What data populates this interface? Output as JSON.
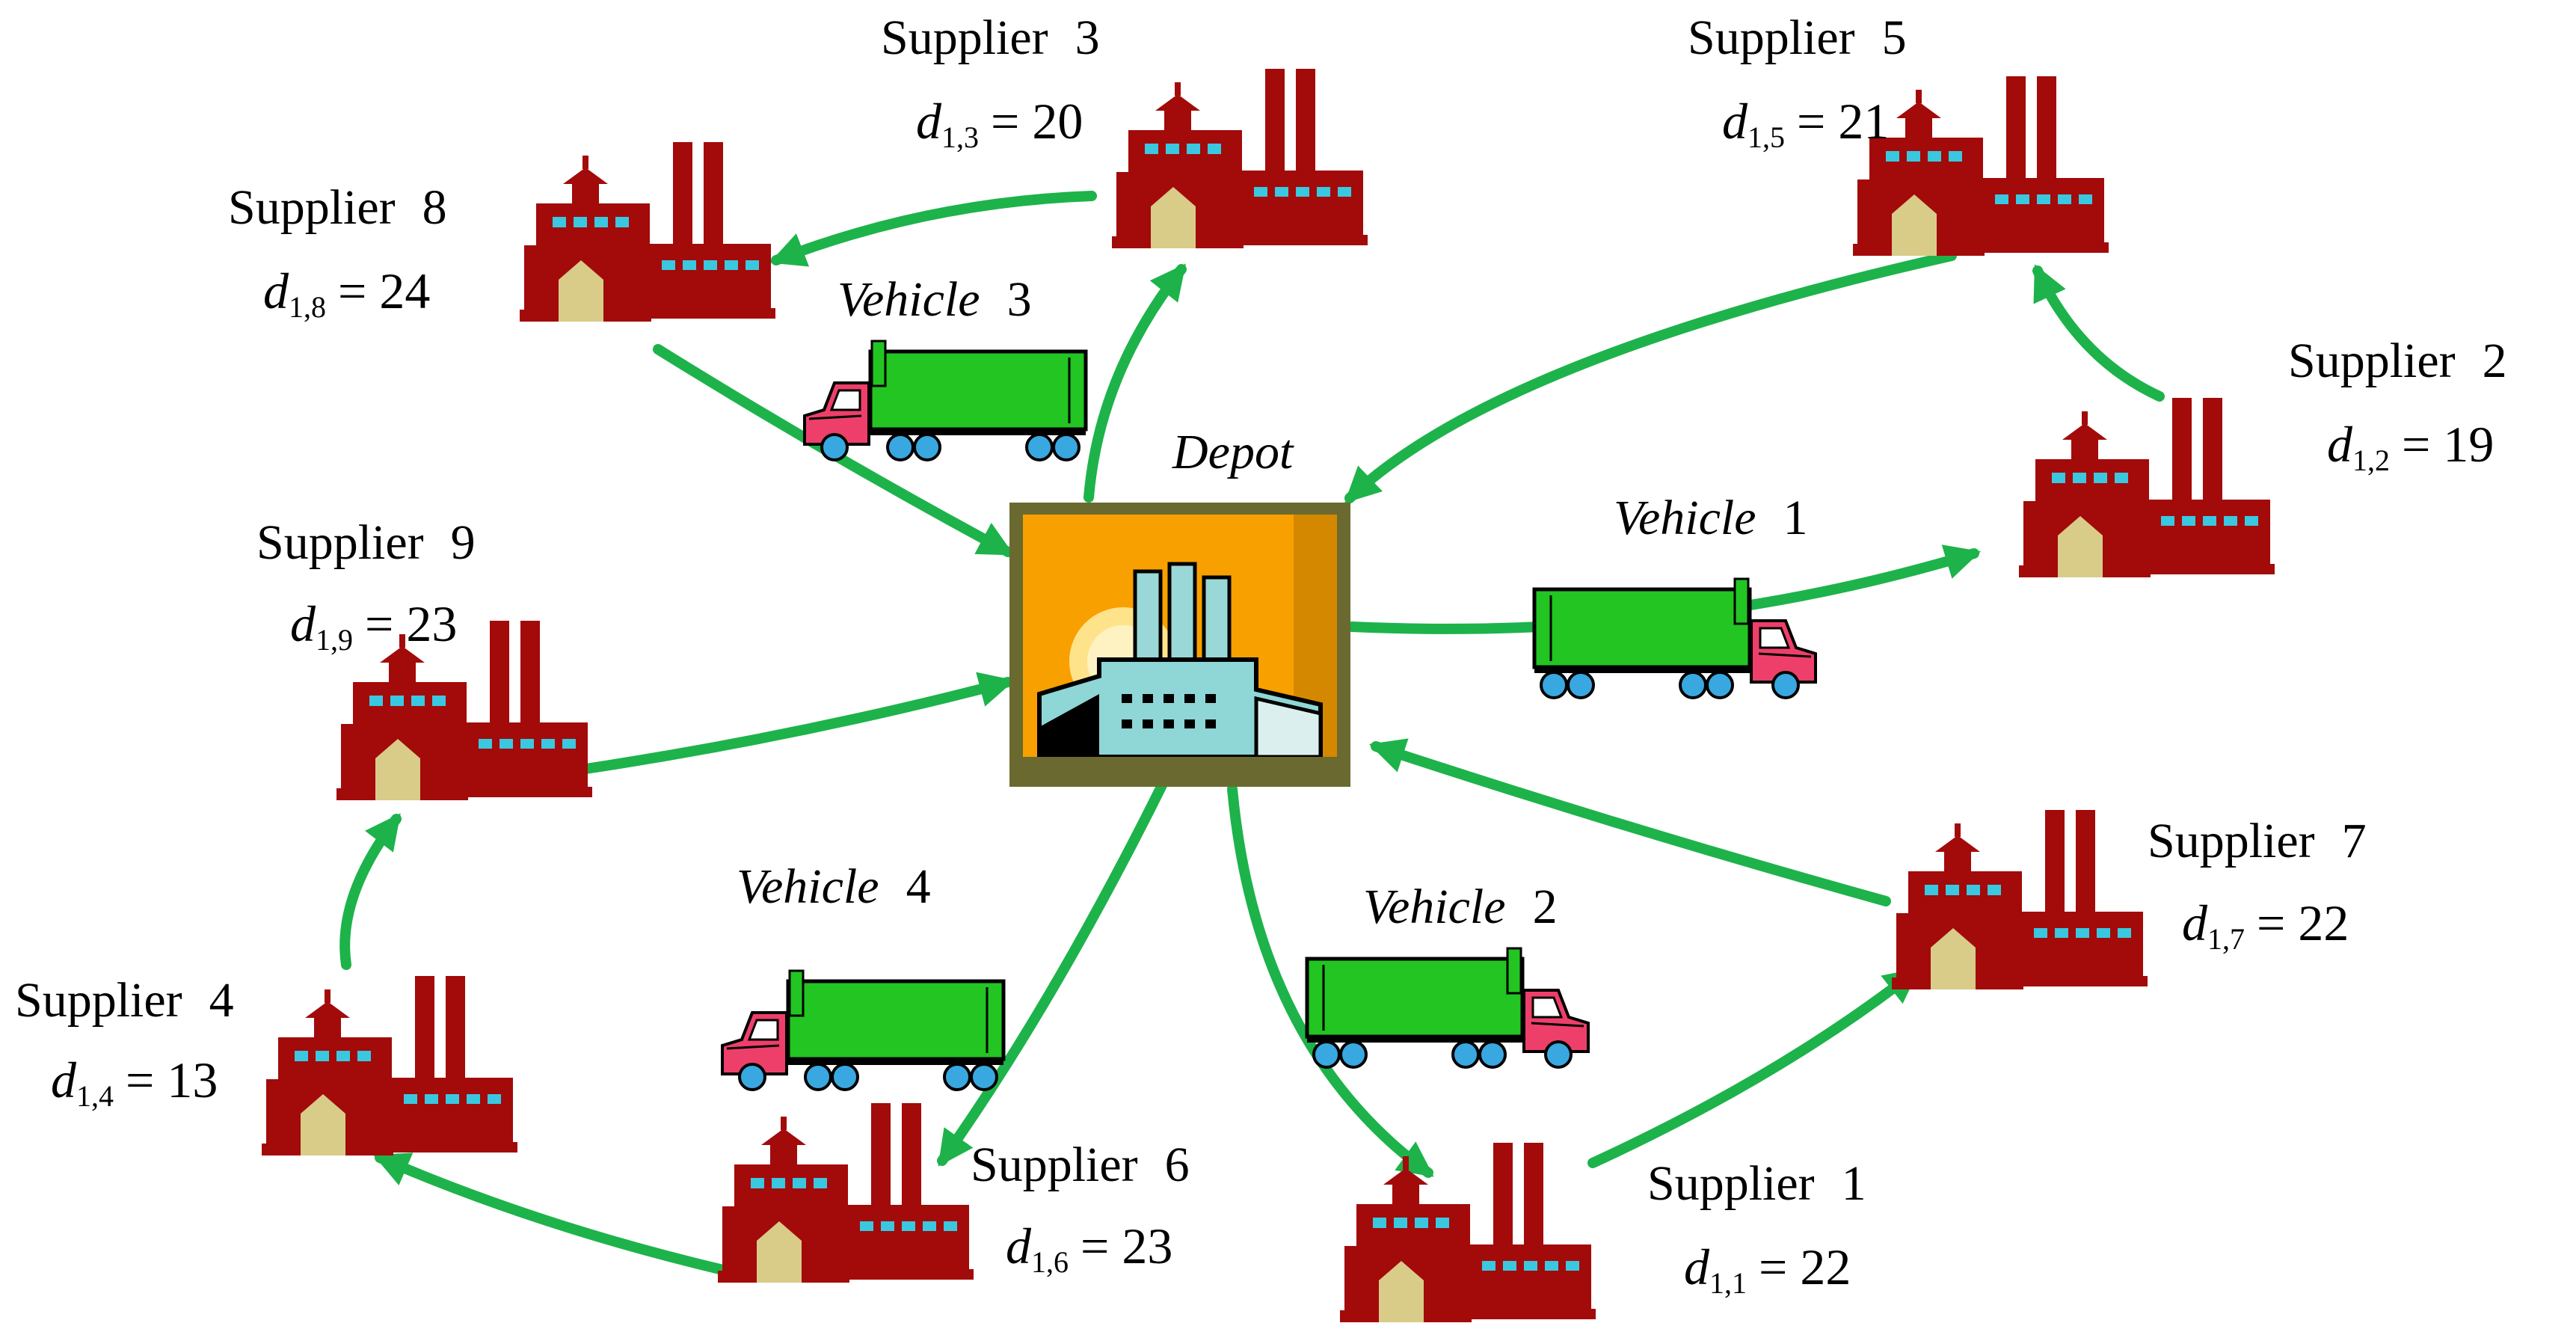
{
  "depot": {
    "label": "Depot"
  },
  "suppliers": [
    {
      "id": "1",
      "word": "Supplier",
      "number": "1",
      "d_sym": "d",
      "d_sub": "1,1",
      "value": "22"
    },
    {
      "id": "2",
      "word": "Supplier",
      "number": "2",
      "d_sym": "d",
      "d_sub": "1,2",
      "value": "19"
    },
    {
      "id": "3",
      "word": "Supplier",
      "number": "3",
      "d_sym": "d",
      "d_sub": "1,3",
      "value": "20"
    },
    {
      "id": "4",
      "word": "Supplier",
      "number": "4",
      "d_sym": "d",
      "d_sub": "1,4",
      "value": "13"
    },
    {
      "id": "5",
      "word": "Supplier",
      "number": "5",
      "d_sym": "d",
      "d_sub": "1,5",
      "value": "21"
    },
    {
      "id": "6",
      "word": "Supplier",
      "number": "6",
      "d_sym": "d",
      "d_sub": "1,6",
      "value": "23"
    },
    {
      "id": "7",
      "word": "Supplier",
      "number": "7",
      "d_sym": "d",
      "d_sub": "1,7",
      "value": "22"
    },
    {
      "id": "8",
      "word": "Supplier",
      "number": "8",
      "d_sym": "d",
      "d_sub": "1,8",
      "value": "24"
    },
    {
      "id": "9",
      "word": "Supplier",
      "number": "9",
      "d_sym": "d",
      "d_sub": "1,9",
      "value": "23"
    }
  ],
  "vehicles": [
    {
      "id": "1",
      "word": "Vehicle",
      "number": "1"
    },
    {
      "id": "2",
      "word": "Vehicle",
      "number": "2"
    },
    {
      "id": "3",
      "word": "Vehicle",
      "number": "3"
    },
    {
      "id": "4",
      "word": "Vehicle",
      "number": "4"
    }
  ],
  "routes": [
    {
      "vehicle": "1",
      "stops": [
        "Depot",
        "2",
        "5",
        "Depot"
      ]
    },
    {
      "vehicle": "2",
      "stops": [
        "Depot",
        "1",
        "7",
        "Depot"
      ]
    },
    {
      "vehicle": "3",
      "stops": [
        "Depot",
        "3",
        "8",
        "Depot"
      ]
    },
    {
      "vehicle": "4",
      "stops": [
        "Depot",
        "6",
        "4",
        "9",
        "Depot"
      ]
    }
  ],
  "colors": {
    "arrow": "#1db34a",
    "factory": "#a30a0a",
    "factory_window": "#3ac8e0",
    "factory_door": "#d8cc88",
    "truck_trailer": "#22c522",
    "truck_cab": "#ee3f6a",
    "wheel": "#39a7e0"
  },
  "icons": {
    "supplier": "factory-icon",
    "vehicle": "truck-icon",
    "depot": "depot-building-icon"
  }
}
